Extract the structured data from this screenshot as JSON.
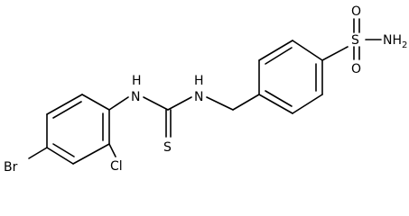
{
  "molecule": {
    "labels": {
      "br": "Br",
      "cl": "Cl",
      "nh_left": "H",
      "n_left": "N",
      "s_thio": "S",
      "n_right": "N",
      "nh_right": "H",
      "s_sulf": "S",
      "o_top": "O",
      "o_bottom": "O",
      "nh2": "NH",
      "nh2_sub": "2"
    }
  }
}
